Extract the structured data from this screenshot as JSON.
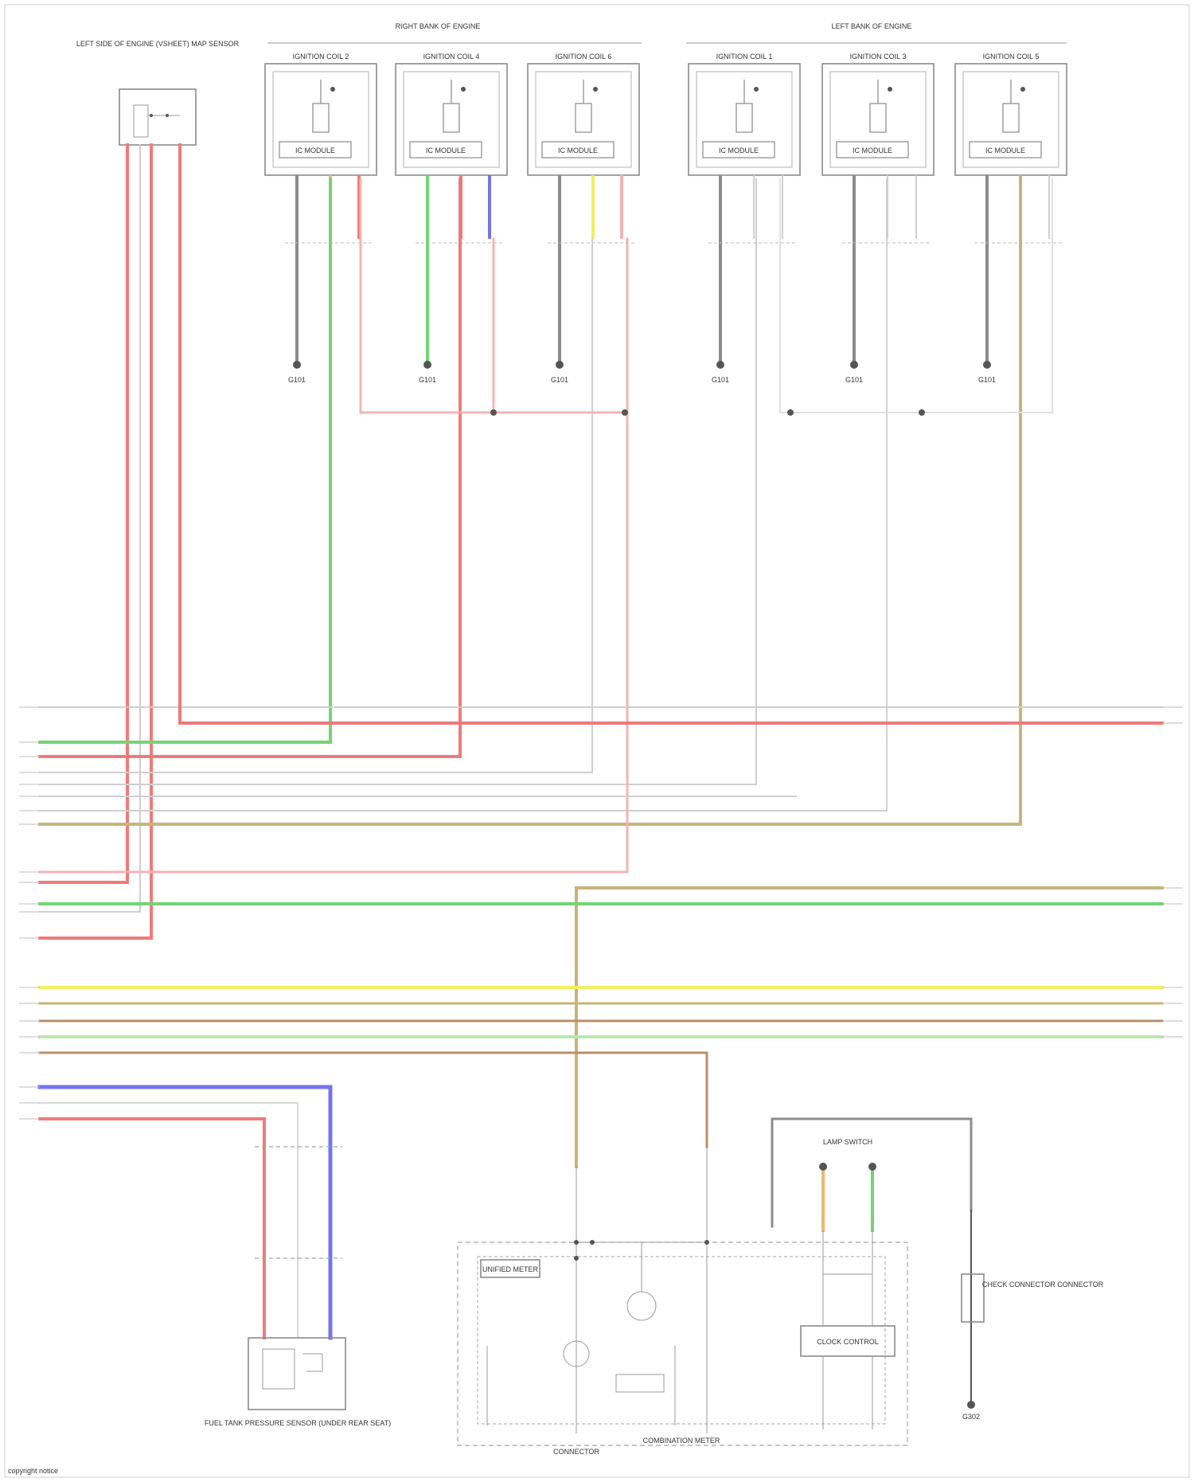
{
  "colors": {
    "red": "#f07a7a",
    "green": "#74d474",
    "pink": "#f4b3b3",
    "blue": "#7474ee",
    "orange": "#f2b86e",
    "yellow": "#f0f060",
    "tan": "#c8b47a",
    "brown": "#b88f6b",
    "lightgreen": "#b8e8b0",
    "gray": "#8c8c8c",
    "lightgray": "#cfcfcf",
    "black": "#555555"
  },
  "diagram": {
    "bank_right_label": "RIGHT BANK OF ENGINE",
    "bank_left_label": "LEFT BANK OF ENGINE",
    "map_sensor_label": "LEFT SIDE OF ENGINE (VSHEET) MAP SENSOR",
    "coils": [
      {
        "label": "IGNITION COIL 2",
        "module": "IC MODULE",
        "ground": "G101"
      },
      {
        "label": "IGNITION COIL 4",
        "module": "IC MODULE",
        "ground": "G101"
      },
      {
        "label": "IGNITION COIL 6",
        "module": "IC MODULE",
        "ground": "G101"
      },
      {
        "label": "IGNITION COIL 1",
        "module": "IC MODULE",
        "ground": "G101"
      },
      {
        "label": "IGNITION COIL 3",
        "module": "IC MODULE",
        "ground": "G101"
      },
      {
        "label": "IGNITION COIL 5",
        "module": "IC MODULE",
        "ground": "G101"
      }
    ],
    "fuel_sensor_label": "FUEL TANK PRESSURE SENSOR (UNDER REAR SEAT)",
    "cluster_label": "COMBINATION METER",
    "cluster_block1": "UNIFIED METER",
    "cluster_block2": "CLOCK CONTROL",
    "connector_label": "CONNECTOR",
    "lamp_switch_label": "LAMP SWITCH",
    "check_lamp_label": "CHECK CONNECTOR CONNECTOR",
    "ground_right": "G302",
    "footer": "copyright notice"
  }
}
